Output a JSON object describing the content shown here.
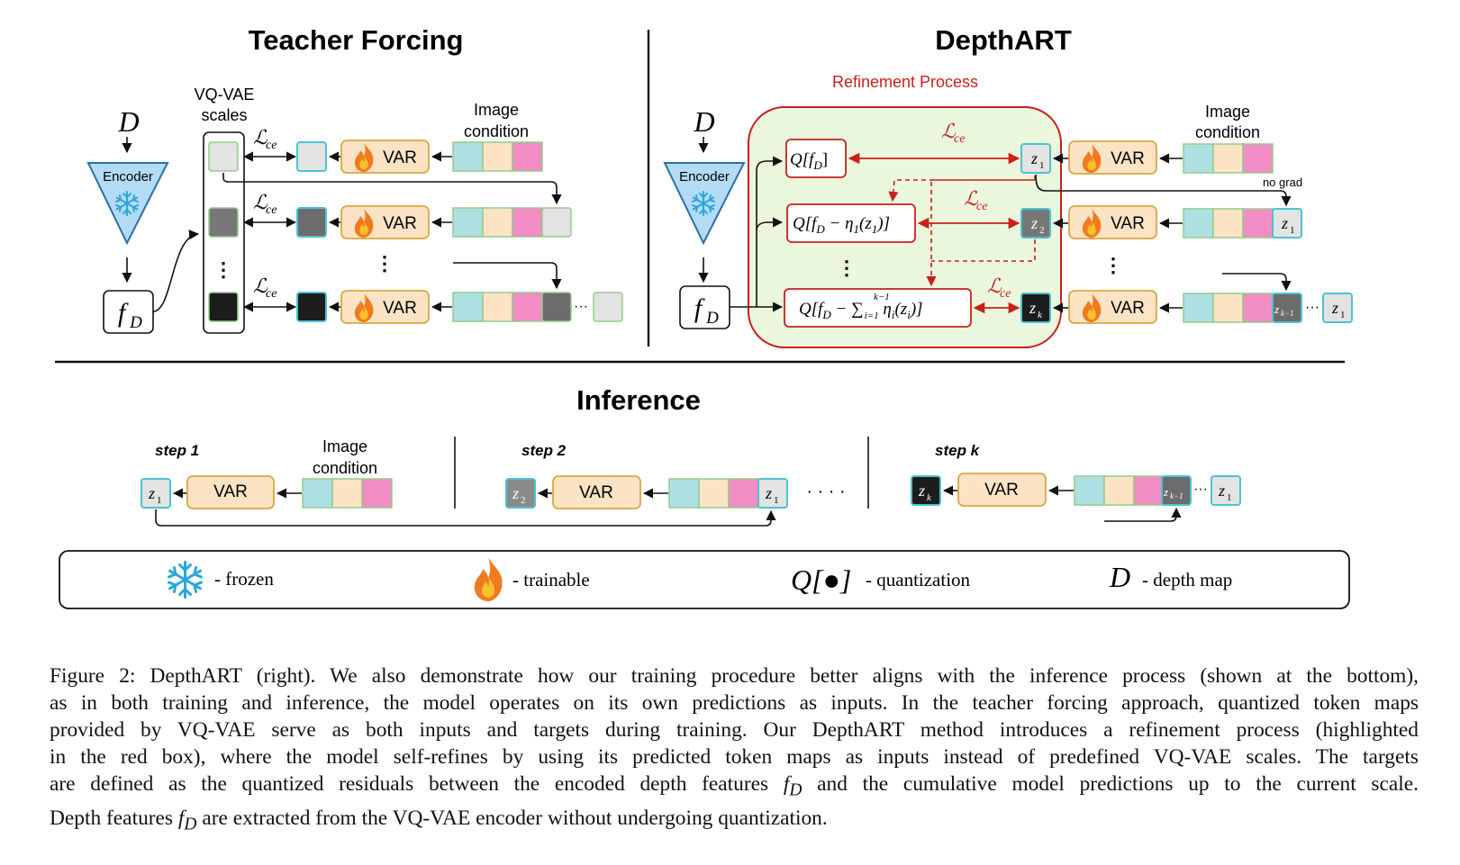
{
  "sections": {
    "teacher_forcing": "Teacher Forcing",
    "depthart": "DepthART",
    "inference": "Inference"
  },
  "labels": {
    "vqvae_scales_1": "VQ-VAE",
    "vqvae_scales_2": "scales",
    "image_condition_1": "Image",
    "image_condition_2": "condition",
    "encoder": "Encoder",
    "var": "VAR",
    "refinement_process": "Refinement Process",
    "no_grad": "no grad",
    "step1": "step 1",
    "step2": "step 2",
    "stepk": "step k",
    "ellipsis": "· · · ·",
    "dots": "···"
  },
  "math": {
    "D": "D",
    "fD_f": "f",
    "fD_sub": "D",
    "Lce": "ℒ",
    "Lce_sub": "ce",
    "z1": "z",
    "sub1": "1",
    "sub2": "2",
    "subk": "k",
    "subk1": "k−1",
    "q_fd": "Q[f",
    "q_fd_end": "]",
    "q_eta": "Q[f",
    "q_eta_mid": " − η",
    "q_eta_end": "(z",
    "q_eta_close": ")]",
    "q_sum": "Q[f",
    "q_sum_mid": " − ∑",
    "q_sum_end": " η",
    "q_sum_close": "(z",
    "q_sum_fin": ")]",
    "sum_lower": "i=1",
    "sum_upper": "k−1",
    "sub_i": "i"
  },
  "legend": {
    "frozen": "- frozen",
    "trainable": "- trainable",
    "quant_sym": "Q[●]",
    "quantization": "- quantization",
    "depth_sym": "D",
    "depth_map": "- depth map"
  },
  "caption": {
    "line1": "Figure 2: DepthART (right). We also demonstrate how our training procedure better aligns with the inference process (shown at the bottom),",
    "line2": "as in both training and inference, the model operates on its own predictions as inputs. In the teacher forcing approach, quantized token maps",
    "line3": "provided by VQ-VAE serve as both inputs and targets during training. Our DepthART method introduces a refinement process (highlighted",
    "line4": "in the red box), where the model self-refines by using its predicted token maps as inputs instead of predefined VQ-VAE scales. The targets",
    "line5a": "are defined as the quantized residuals between the encoded depth features ",
    "line5b": " and the cumulative model predictions up to the current scale.",
    "line6a": "Depth features ",
    "line6b": " are extracted from the VQ-VAE encoder without undergoing quantization.",
    "fD": "f",
    "fD_sub": "D"
  },
  "colors": {
    "var_fill": "#fbe3c4",
    "var_stroke": "#d9a742",
    "cond_cyan": "#aee0e3",
    "cond_peach": "#fbe3c4",
    "cond_pink": "#f28cc4",
    "cond_stroke": "#93cc8a",
    "token_stroke": "#4cc2d3",
    "refine_fill": "#eaf7dc",
    "refine_stroke": "#c8201c",
    "red": "#c8201c",
    "encoder_fill": "#b4dbf5"
  },
  "icons": {
    "flame": "flame-icon",
    "snowflake": "snowflake-icon"
  }
}
